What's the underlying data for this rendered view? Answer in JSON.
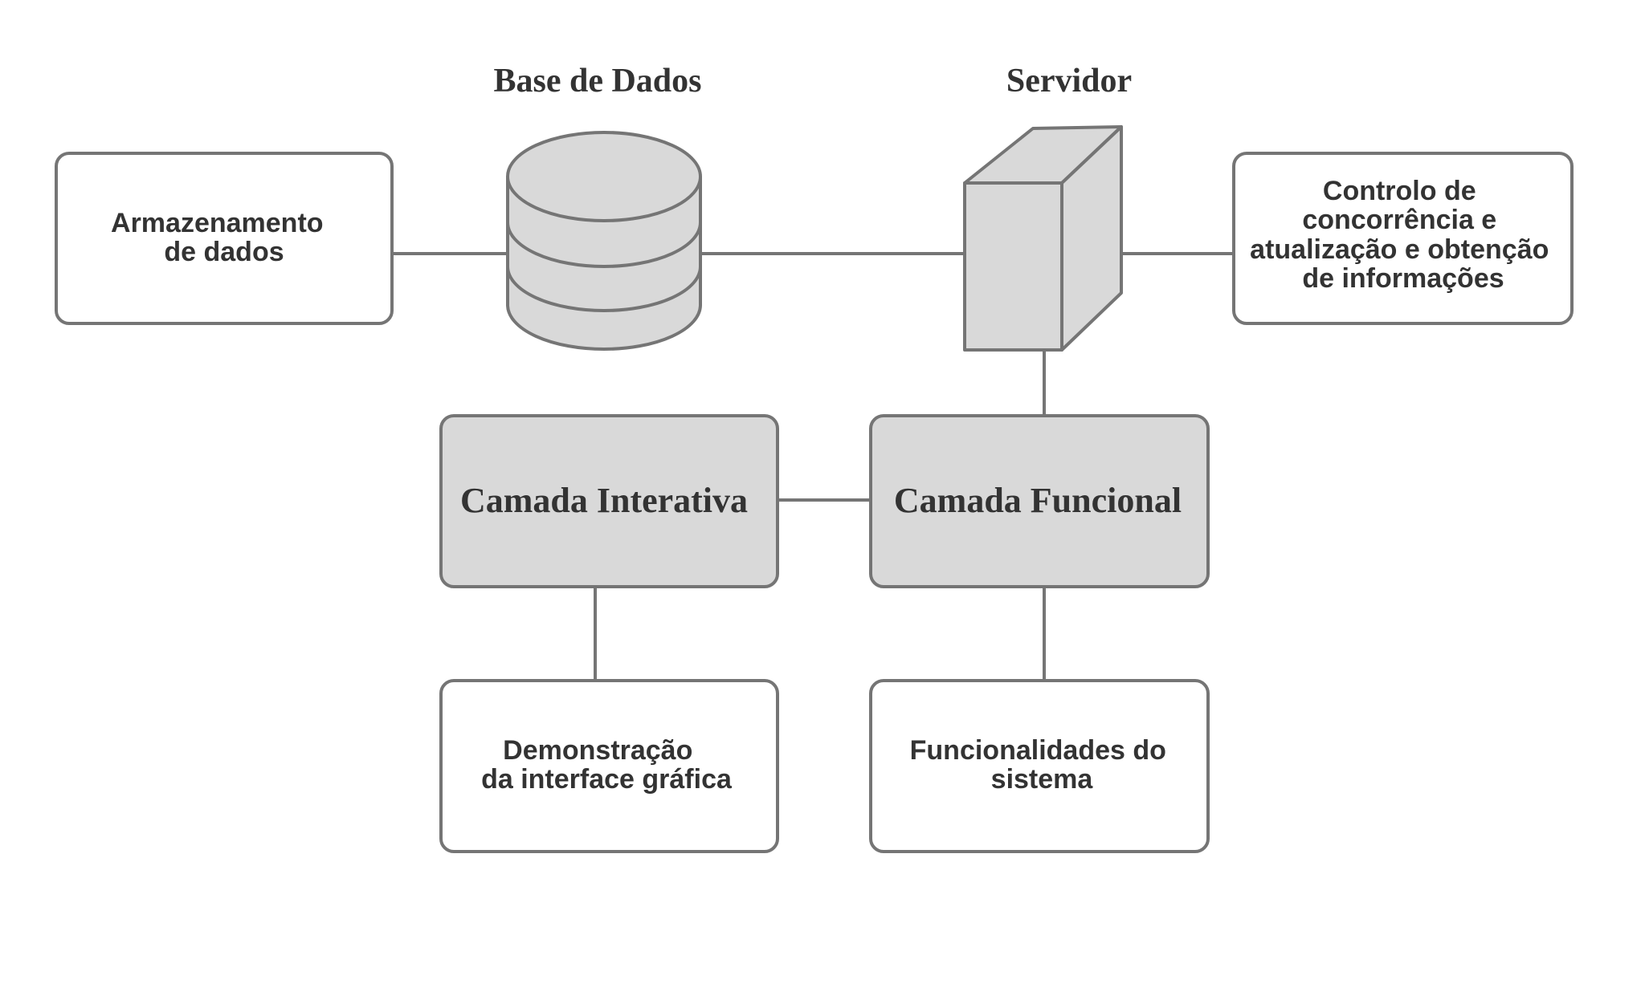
{
  "diagram": {
    "labels": {
      "database_title": "Base de Dados",
      "server_title": "Servidor"
    },
    "boxes": {
      "storage": [
        "Armazenamento",
        "de dados"
      ],
      "concurrency": [
        "Controlo de",
        "concorrência e",
        "atualização e obtenção",
        "de informações"
      ],
      "interactive_layer": "Camada Interativa",
      "functional_layer": "Camada Funcional",
      "gui_demo": [
        "Demonstração",
        "da interface gráfica"
      ],
      "system_features": [
        "Funcionalidades do",
        "sistema"
      ]
    },
    "colors": {
      "stroke": "#757575",
      "fill_shaded": "#d9d9d9",
      "fill_white": "#ffffff",
      "text": "#333333"
    }
  }
}
